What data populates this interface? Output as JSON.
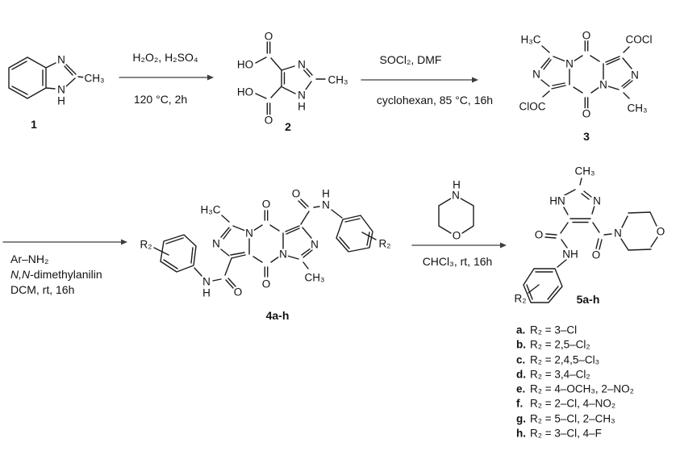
{
  "colors": {
    "bond": "#1c1c1c",
    "arrow": "#3d3d3d",
    "text": "#111111",
    "background": "#ffffff"
  },
  "labels": {
    "c1_n3": "N",
    "c1_n1": "N",
    "c1_h1": "H",
    "c1_ch3": "CH₃",
    "c1_num": "1",
    "arrow1_above": "H₂O₂, H₂SO₄",
    "arrow1_below": "120 °C, 2h",
    "c2_o_top": "O",
    "c2_ho_top": "HO",
    "c2_ho_bot": "HO",
    "c2_o_bot": "O",
    "c2_n3": "N",
    "c2_n1": "N",
    "c2_h1": "H",
    "c2_ch3": "CH₃",
    "c2_num": "2",
    "arrow2_above": "SOCl₂, DMF",
    "arrow2_below": "cyclohexan, 85 °C, 16h",
    "c3_h3c": "H₃C",
    "c3_o_top": "O",
    "c3_cocl": "COCl",
    "c3_n_left": "N",
    "c3_n4": "N",
    "c3_n9": "N",
    "c3_n_right": "N",
    "c3_cloc": "ClOC",
    "c3_o_bot": "O",
    "c3_ch3": "CH₃",
    "c3_num": "3",
    "arrow3_line1": "Ar–NH₂",
    "arrow3_line2a": "N,N",
    "arrow3_line2b": "-dimethylanilin",
    "arrow3_line3": "DCM, rt, 16h",
    "c4_h3c": "H₃C",
    "c4_o_top": "O",
    "c4_o_amide_tr": "O",
    "c4_h_tr": "H",
    "c4_n_tr": "N",
    "c4_n_left": "N",
    "c4_n4": "N",
    "c4_n9": "N",
    "c4_n_right": "N",
    "c4_ch3": "CH₃",
    "c4_o_bot": "O",
    "c4_o_amide_bl": "O",
    "c4_n_bl": "N",
    "c4_h_bl": "H",
    "c4_r2_left": "R₂",
    "c4_r2_right": "R₂",
    "c4_num": "4a-h",
    "morph_h": "H",
    "morph_n": "N",
    "morph_o": "O",
    "arrow4_below": "CHCl₃, rt, 16h",
    "c5_ch3": "CH₃",
    "c5_hn": "HN",
    "c5_n3": "N",
    "c5_o_left": "O",
    "c5_nh": "NH",
    "c5_o_right": "O",
    "c5_n_morph": "N",
    "c5_o_morph": "O",
    "c5_r2": "R₂",
    "c5_num": "5a-h",
    "r2_list": [
      {
        "key": "a.",
        "value": "R₂ = 3–Cl"
      },
      {
        "key": "b.",
        "value": "R₂ = 2,5–Cl₂"
      },
      {
        "key": "c.",
        "value": "R₂ = 2,4,5–Cl₃"
      },
      {
        "key": "d.",
        "value": "R₂ = 3,4–Cl₂"
      },
      {
        "key": "e.",
        "value": "R₂ = 4–OCH₃, 2–NO₂"
      },
      {
        "key": "f.",
        "value": "R₂ = 2–Cl, 4–NO₂"
      },
      {
        "key": "g.",
        "value": "R₂ = 5–Cl, 2–CH₃"
      },
      {
        "key": "h.",
        "value": "R₂ = 3–Cl, 4–F"
      }
    ]
  }
}
